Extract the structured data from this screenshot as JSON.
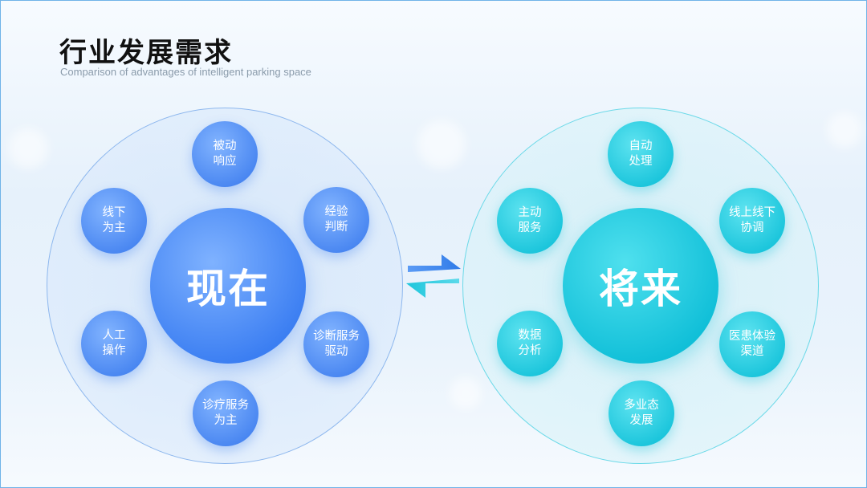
{
  "title": "行业发展需求",
  "subtitle": "Comparison of advantages of intelligent parking space",
  "now": {
    "center": "现在",
    "nodes": [
      "被动\n响应",
      "经验\n判断",
      "诊断服务\n驱动",
      "诊疗服务\n为主",
      "人工\n操作",
      "线下\n为主"
    ]
  },
  "future": {
    "center": "将来",
    "nodes": [
      "自动\n处理",
      "线上线下\n协调",
      "医患体验\n渠道",
      "多业态\n发展",
      "数据\n分析",
      "主动\n服务"
    ]
  },
  "colors": {
    "now": "#3b7ef2",
    "future": "#10bfd8"
  },
  "icons": [
    "exchange-arrows-icon"
  ]
}
